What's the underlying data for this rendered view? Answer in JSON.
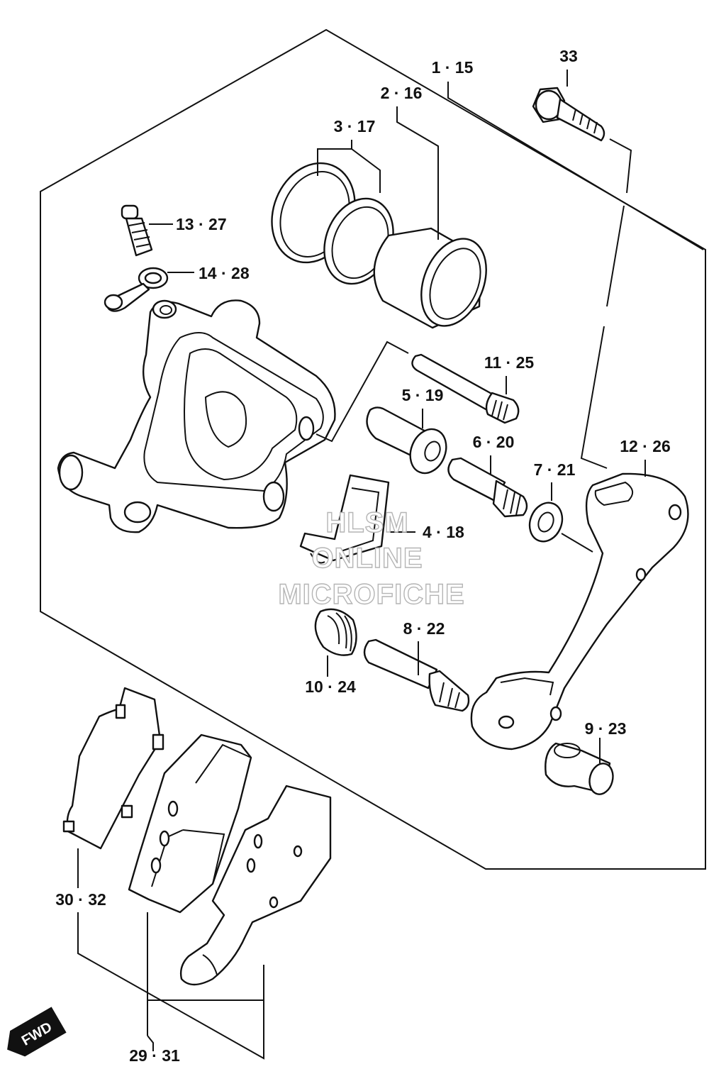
{
  "callouts": [
    {
      "id": "c1",
      "text": "1 · 15"
    },
    {
      "id": "c2",
      "text": "2 · 16"
    },
    {
      "id": "c3",
      "text": "3 · 17"
    },
    {
      "id": "c33",
      "text": "33"
    },
    {
      "id": "c13",
      "text": "13 · 27"
    },
    {
      "id": "c14",
      "text": "14 · 28"
    },
    {
      "id": "c11",
      "text": "11 · 25"
    },
    {
      "id": "c5",
      "text": "5 · 19"
    },
    {
      "id": "c6",
      "text": "6 · 20"
    },
    {
      "id": "c7",
      "text": "7 · 21"
    },
    {
      "id": "c12",
      "text": "12 · 26"
    },
    {
      "id": "c4",
      "text": "4 · 18"
    },
    {
      "id": "c8",
      "text": "8 · 22"
    },
    {
      "id": "c10",
      "text": "10 · 24"
    },
    {
      "id": "c9",
      "text": "9 · 23"
    },
    {
      "id": "c30",
      "text": "30 · 32"
    },
    {
      "id": "c29",
      "text": "29 · 31"
    }
  ],
  "watermark": {
    "line1": "HLSM",
    "line2": "ONLINE",
    "line3": "MICROFICHE"
  },
  "direction": {
    "label": "FWD"
  }
}
